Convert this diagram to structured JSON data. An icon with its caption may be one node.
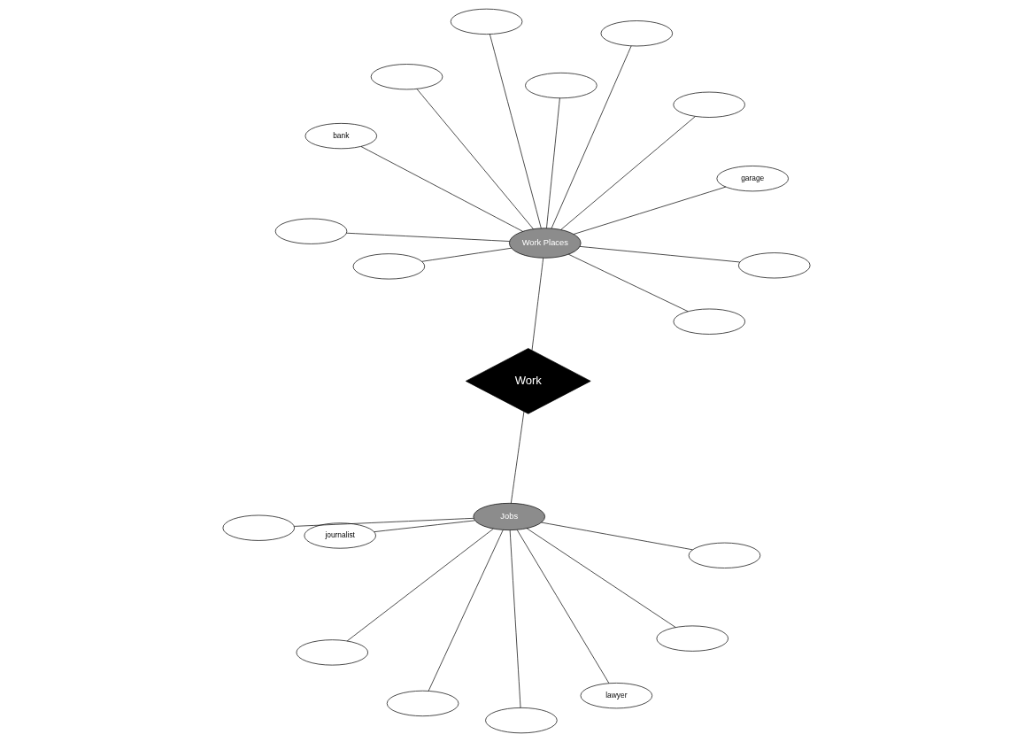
{
  "diagram": {
    "nodes": [
      {
        "text": [],
        "shape": "ellipse"
      },
      {
        "text": [],
        "shape": "ellipse"
      },
      {
        "text": [
          "lawyer"
        ]
      },
      {
        "text": [
          "journalist"
        ]
      },
      {
        "text": [
          "Jobs"
        ]
      },
      {
        "text": [],
        "shape": "ellipse"
      },
      {
        "text": [],
        "shape": "ellipse"
      },
      {
        "text": [],
        "shape": "ellipse"
      },
      {
        "text": [],
        "shape": "ellipse"
      },
      {
        "text": [
          "Work"
        ]
      },
      {
        "text": [],
        "shape": "ellipse"
      },
      {
        "text": [
          "bank"
        ]
      },
      {
        "text": [
          "garage"
        ]
      },
      {
        "text": [],
        "shape": "ellipse"
      },
      {
        "text": [
          "Work Places"
        ]
      },
      {
        "text": [],
        "shape": "ellipse"
      },
      {
        "text": [],
        "shape": "ellipse"
      },
      {
        "text": [],
        "shape": "ellipse"
      },
      {
        "text": [],
        "shape": "ellipse"
      },
      {
        "text": [],
        "shape": "ellipse"
      },
      {
        "text": [],
        "shape": "ellipse"
      },
      {
        "text": [],
        "shape": "ellipse"
      }
    ],
    "edges": [
      {
        "from": 4,
        "to": 0,
        "arrow": "none"
      },
      {
        "from": 4,
        "to": 1,
        "arrow": "none"
      },
      {
        "from": 4,
        "to": 2,
        "arrow": "none"
      },
      {
        "from": 4,
        "to": 3,
        "arrow": "none"
      },
      {
        "from": 4,
        "to": 5,
        "arrow": "none"
      },
      {
        "from": 4,
        "to": 6,
        "arrow": "none"
      },
      {
        "from": 4,
        "to": 7,
        "arrow": "none"
      },
      {
        "from": 4,
        "to": 8,
        "arrow": "none"
      },
      {
        "from": 4,
        "to": 9,
        "arrow": "none"
      },
      {
        "from": 9,
        "to": 14,
        "arrow": "none"
      },
      {
        "from": 14,
        "to": 10,
        "arrow": "none"
      },
      {
        "from": 14,
        "to": 11,
        "arrow": "none"
      },
      {
        "from": 14,
        "to": 12,
        "arrow": "none"
      },
      {
        "from": 14,
        "to": 13,
        "arrow": "none"
      },
      {
        "from": 14,
        "to": 15,
        "arrow": "none"
      },
      {
        "from": 14,
        "to": 16,
        "arrow": "none"
      },
      {
        "from": 14,
        "to": 17,
        "arrow": "none"
      },
      {
        "from": 14,
        "to": 18,
        "arrow": "none"
      },
      {
        "from": 14,
        "to": 19,
        "arrow": "none"
      },
      {
        "from": 14,
        "to": 20,
        "arrow": "none"
      },
      {
        "from": 14,
        "to": 21,
        "arrow": "none"
      }
    ]
  }
}
